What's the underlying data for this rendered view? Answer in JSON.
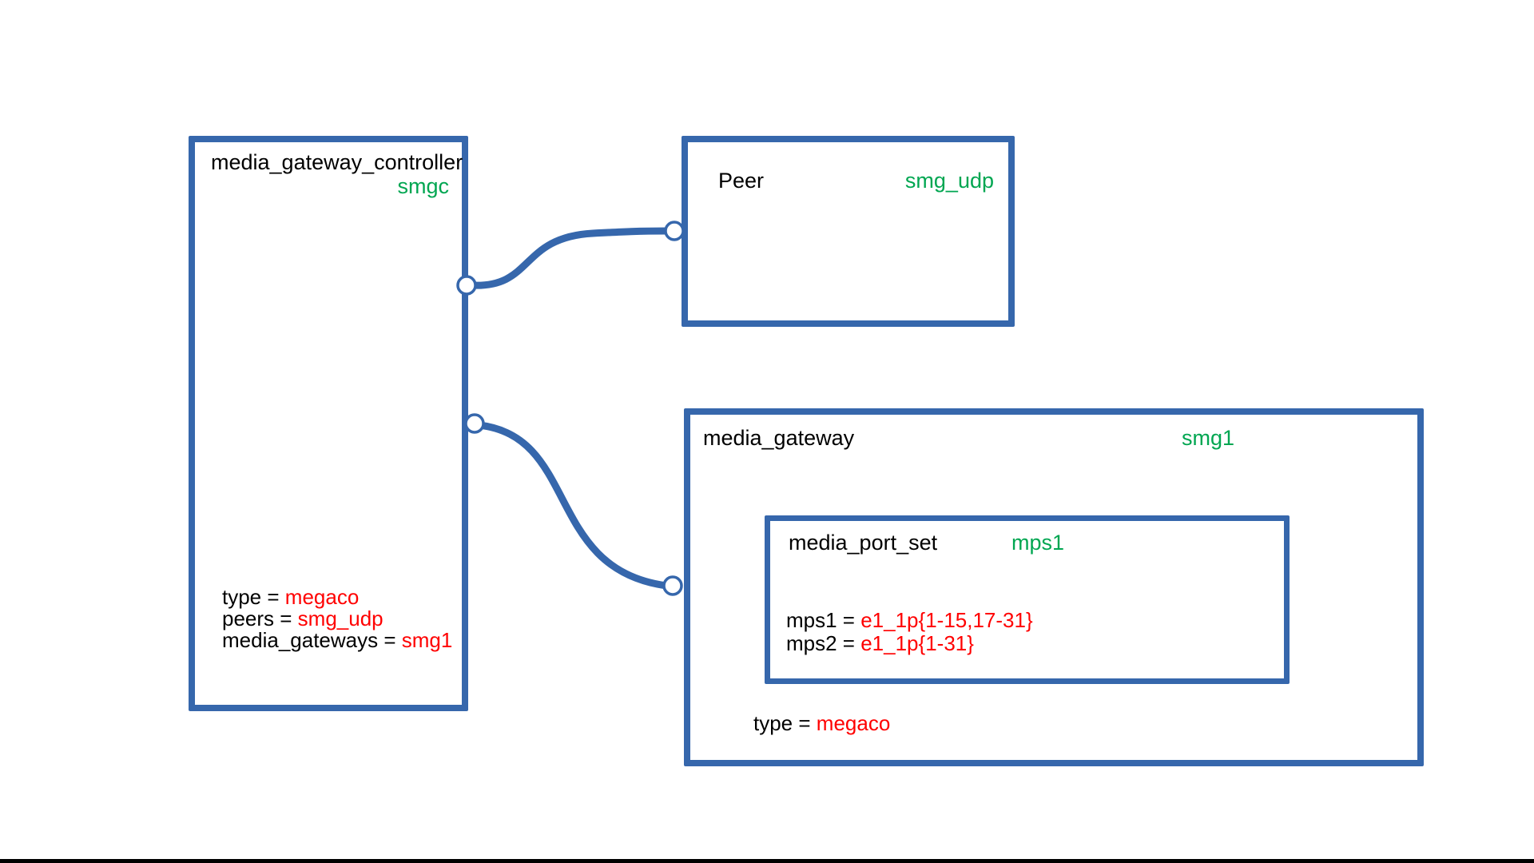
{
  "colors": {
    "border_blue": "#3667ac",
    "id_green": "#00a651",
    "value_red": "#ff0000",
    "text_black": "#000000",
    "bottom_bar_black": "#000000"
  },
  "nodes": {
    "controller": {
      "title": "media_gateway_controller",
      "id": "smgc",
      "attributes": [
        {
          "label": "type = ",
          "value": "megaco"
        },
        {
          "label": "peers = ",
          "value": "smg_udp"
        },
        {
          "label": "media_gateways = ",
          "value": "smg1"
        }
      ]
    },
    "peer": {
      "title": "Peer",
      "id": "smg_udp"
    },
    "media_gateway": {
      "title": "media_gateway",
      "id": "smg1",
      "attributes": [
        {
          "label": "type = ",
          "value": "megaco"
        }
      ],
      "port_set": {
        "title": "media_port_set",
        "id": "mps1",
        "attributes": [
          {
            "label": "mps1 = ",
            "value": "e1_1p{1-15,17-31}"
          },
          {
            "label": "mps2 = ",
            "value": "e1_1p{1-31}"
          }
        ]
      }
    }
  },
  "connections": [
    {
      "name": "smgc to smg_udp"
    },
    {
      "name": "smgc to smg1"
    }
  ]
}
